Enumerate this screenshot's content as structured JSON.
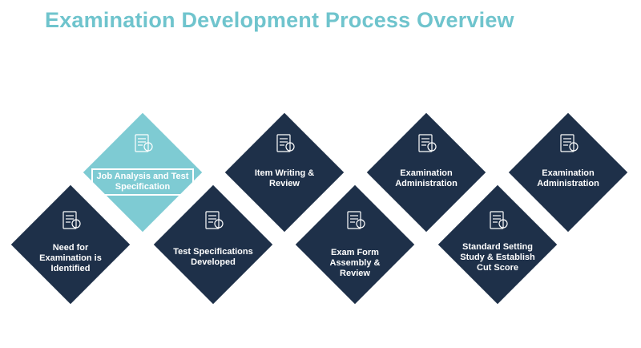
{
  "title": "Examination Development Process Overview",
  "colors": {
    "navy": "#1e3049",
    "teal": "#7ecbd3",
    "title": "#6fc4cd"
  },
  "steps": [
    {
      "label": "Need for Examination is Identified",
      "icon": "document-gear-icon",
      "row": "bottom"
    },
    {
      "label": "Job Analysis and Test Specification",
      "icon": "hands-gear-icon",
      "row": "top",
      "highlighted": true
    },
    {
      "label": "Test Specifications Developed",
      "icon": "hand-gear-icon",
      "row": "bottom"
    },
    {
      "label": "Item Writing & Review",
      "icon": "document-pen-icon",
      "row": "top"
    },
    {
      "label": "Exam Form Assembly & Review",
      "icon": "document-search-icon",
      "row": "bottom"
    },
    {
      "label": "Examination Administration",
      "icon": "person-laptop-icon",
      "row": "top"
    },
    {
      "label": "Standard Setting Study & Establish Cut Score",
      "icon": "people-chart-icon",
      "row": "bottom"
    },
    {
      "label": "Examination Administration",
      "icon": "checklist-icon",
      "row": "top"
    }
  ]
}
